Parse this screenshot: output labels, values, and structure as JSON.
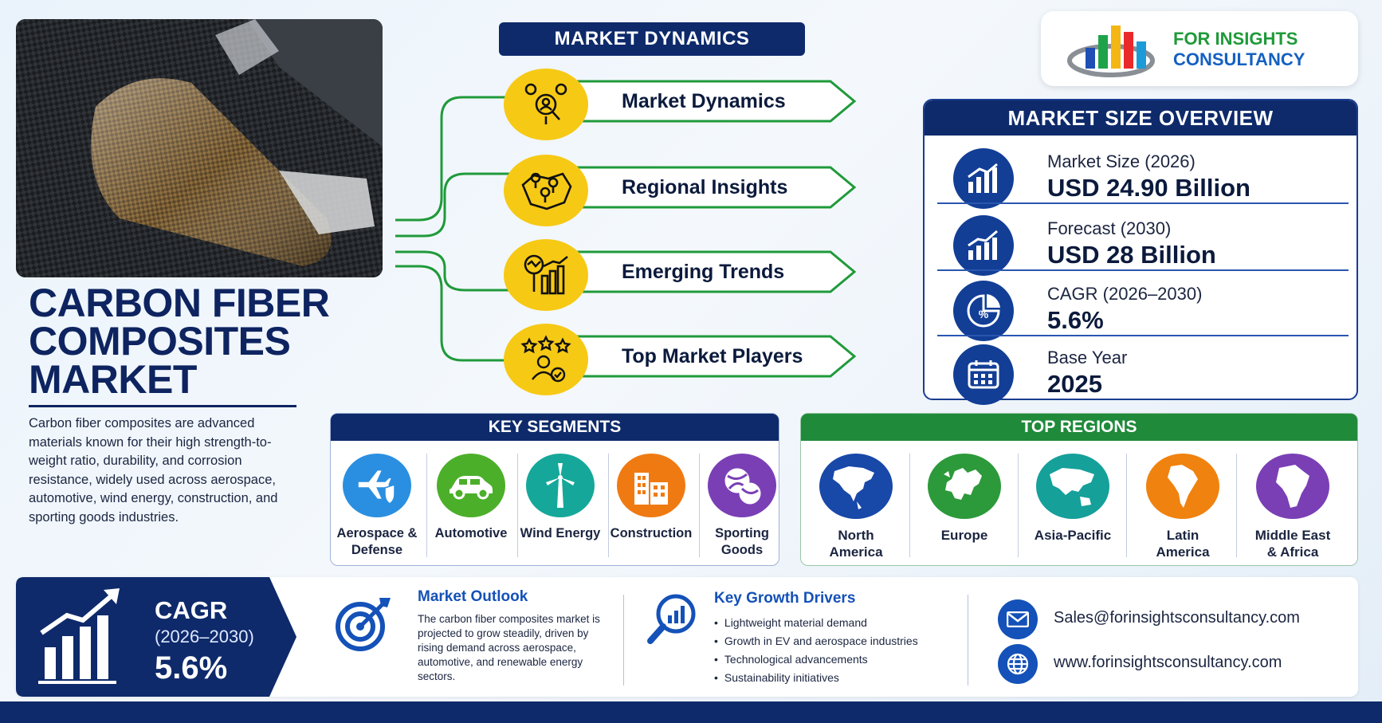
{
  "title": {
    "line1": "CARBON FIBER",
    "line2": "COMPOSITES",
    "line3": "MARKET"
  },
  "description": "Carbon fiber composites are advanced materials known for their high strength-to-weight ratio, durability, and corrosion resistance, widely used across aerospace, automotive, wind energy, construction, and sporting goods industries.",
  "market_dynamics": {
    "heading": "MARKET DYNAMICS",
    "items": [
      {
        "label": "Market Dynamics",
        "icon": "team-analysis-icon"
      },
      {
        "label": "Regional Insights",
        "icon": "map-pins-icon"
      },
      {
        "label": "Emerging Trends",
        "icon": "trend-magnifier-icon"
      },
      {
        "label": "Top Market Players",
        "icon": "star-players-icon"
      }
    ]
  },
  "logo": {
    "line1": "FOR INSIGHTS",
    "line2": "CONSULTANCY"
  },
  "market_size_overview": {
    "heading": "MARKET SIZE OVERVIEW",
    "rows": [
      {
        "label": "Market Size (2026)",
        "value": "USD 24.90 Billion",
        "icon": "bar-chart-up-icon"
      },
      {
        "label": "Forecast (2030)",
        "value": "USD 28 Billion",
        "icon": "growth-chart-icon"
      },
      {
        "label": "CAGR (2026–2030)",
        "value": "5.6%",
        "icon": "percent-pie-icon"
      },
      {
        "label": "Base Year",
        "value": "2025",
        "icon": "calendar-icon"
      }
    ]
  },
  "key_segments": {
    "heading": "KEY SEGMENTS",
    "items": [
      {
        "line1": "Aerospace &",
        "line2": "Defense",
        "color": "#2a8fe0"
      },
      {
        "line1": "Automotive",
        "line2": "",
        "color": "#4caf2a"
      },
      {
        "line1": "Wind Energy",
        "line2": "",
        "color": "#15a89a"
      },
      {
        "line1": "Construction",
        "line2": "",
        "color": "#f07a12"
      },
      {
        "line1": "Sporting",
        "line2": "Goods",
        "color": "#7a3fb5"
      }
    ]
  },
  "top_regions": {
    "heading": "TOP REGIONS",
    "items": [
      {
        "line1": "North",
        "line2": "America",
        "color": "#1848a8"
      },
      {
        "line1": "Europe",
        "line2": "",
        "color": "#2c9a3a"
      },
      {
        "line1": "Asia-Pacific",
        "line2": "",
        "color": "#15a09a"
      },
      {
        "line1": "Latin",
        "line2": "America",
        "color": "#f0820f"
      },
      {
        "line1": "Middle East",
        "line2": "& Africa",
        "color": "#7a3fb5"
      }
    ]
  },
  "cagr_panel": {
    "label": "CAGR",
    "years": "(2026–2030)",
    "value": "5.6%"
  },
  "market_outlook": {
    "title": "Market Outlook",
    "text": "The carbon fiber composites market is projected to grow steadily, driven by rising demand across aerospace, automotive, and renewable energy sectors."
  },
  "growth_drivers": {
    "title": "Key Growth Drivers",
    "items": [
      "Lightweight material demand",
      "Growth in EV and aerospace industries",
      "Technological advancements",
      "Sustainability initiatives"
    ]
  },
  "contact": {
    "email": "Sales@forinsightsconsultancy.com",
    "website": "www.forinsightsconsultancy.com"
  }
}
